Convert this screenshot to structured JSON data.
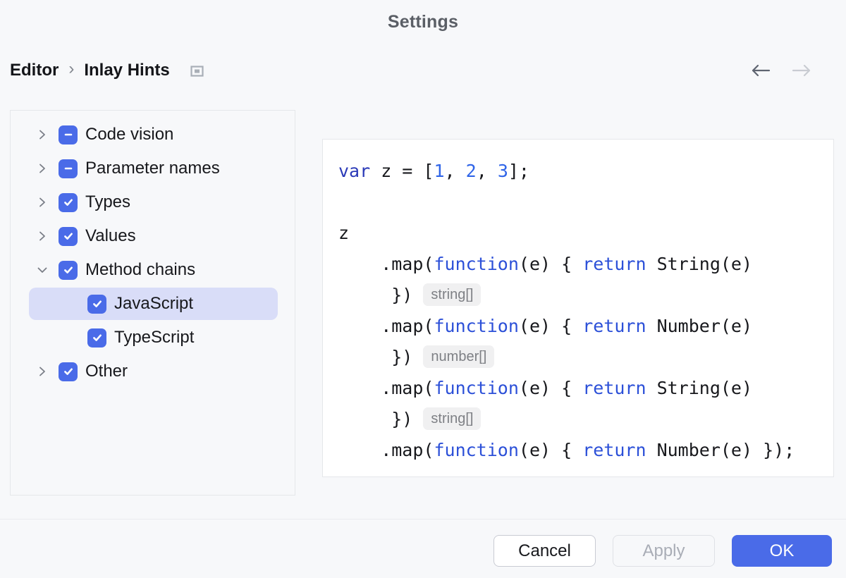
{
  "window": {
    "title": "Settings"
  },
  "breadcrumb": {
    "items": [
      "Editor",
      "Inlay Hints"
    ],
    "separator": "›",
    "preview_icon": "inlay-preview-icon"
  },
  "nav": {
    "back_icon": "left-arrow",
    "forward_icon": "right-arrow"
  },
  "colors": {
    "accent_blue": "#4A6BE8",
    "selected_row": "#D9DDF8",
    "keyword_var": "#2B3AB8",
    "keyword": "#2C50D8",
    "number": "#3065E8",
    "hint_bg": "#F0F0F1",
    "hint_text": "#7E8085",
    "page_bg": "#F7F8FA",
    "title_gray": "#5B5F66"
  },
  "tree": {
    "items": [
      {
        "label": "Code vision",
        "chevron": "right",
        "check": "indeterminate",
        "level": 0,
        "selected": false
      },
      {
        "label": "Parameter names",
        "chevron": "right",
        "check": "indeterminate",
        "level": 0,
        "selected": false
      },
      {
        "label": "Types",
        "chevron": "right",
        "check": "checked",
        "level": 0,
        "selected": false
      },
      {
        "label": "Values",
        "chevron": "right",
        "check": "checked",
        "level": 0,
        "selected": false
      },
      {
        "label": "Method chains",
        "chevron": "down",
        "check": "checked",
        "level": 0,
        "selected": false
      },
      {
        "label": "JavaScript",
        "chevron": "none",
        "check": "checked",
        "level": 1,
        "selected": true
      },
      {
        "label": "TypeScript",
        "chevron": "none",
        "check": "checked",
        "level": 1,
        "selected": false
      },
      {
        "label": "Other",
        "chevron": "right",
        "check": "checked",
        "level": 0,
        "selected": false
      }
    ]
  },
  "preview": {
    "lines": [
      [
        {
          "c": "k1",
          "t": "var"
        },
        {
          "c": "p",
          "t": " z = ["
        },
        {
          "c": "n",
          "t": "1"
        },
        {
          "c": "p",
          "t": ", "
        },
        {
          "c": "n",
          "t": "2"
        },
        {
          "c": "p",
          "t": ", "
        },
        {
          "c": "n",
          "t": "3"
        },
        {
          "c": "p",
          "t": "];"
        }
      ],
      [],
      [
        {
          "c": "p",
          "t": "z"
        }
      ],
      [
        {
          "c": "p",
          "t": "    .map("
        },
        {
          "c": "k",
          "t": "function"
        },
        {
          "c": "p",
          "t": "(e) { "
        },
        {
          "c": "k",
          "t": "return"
        },
        {
          "c": "p",
          "t": " String(e)"
        }
      ],
      [
        {
          "c": "p",
          "t": "     }) "
        },
        {
          "c": "h",
          "t": "string[]"
        }
      ],
      [
        {
          "c": "p",
          "t": "    .map("
        },
        {
          "c": "k",
          "t": "function"
        },
        {
          "c": "p",
          "t": "(e) { "
        },
        {
          "c": "k",
          "t": "return"
        },
        {
          "c": "p",
          "t": " Number(e)"
        }
      ],
      [
        {
          "c": "p",
          "t": "     }) "
        },
        {
          "c": "h",
          "t": "number[]"
        }
      ],
      [
        {
          "c": "p",
          "t": "    .map("
        },
        {
          "c": "k",
          "t": "function"
        },
        {
          "c": "p",
          "t": "(e) { "
        },
        {
          "c": "k",
          "t": "return"
        },
        {
          "c": "p",
          "t": " String(e)"
        }
      ],
      [
        {
          "c": "p",
          "t": "     }) "
        },
        {
          "c": "h",
          "t": "string[]"
        }
      ],
      [
        {
          "c": "p",
          "t": "    .map("
        },
        {
          "c": "k",
          "t": "function"
        },
        {
          "c": "p",
          "t": "(e) { "
        },
        {
          "c": "k",
          "t": "return"
        },
        {
          "c": "p",
          "t": " Number(e) });"
        }
      ]
    ]
  },
  "footer": {
    "buttons": [
      {
        "label": "Cancel",
        "style": "secondary"
      },
      {
        "label": "Apply",
        "style": "disabled"
      },
      {
        "label": "OK",
        "style": "primary"
      }
    ]
  }
}
